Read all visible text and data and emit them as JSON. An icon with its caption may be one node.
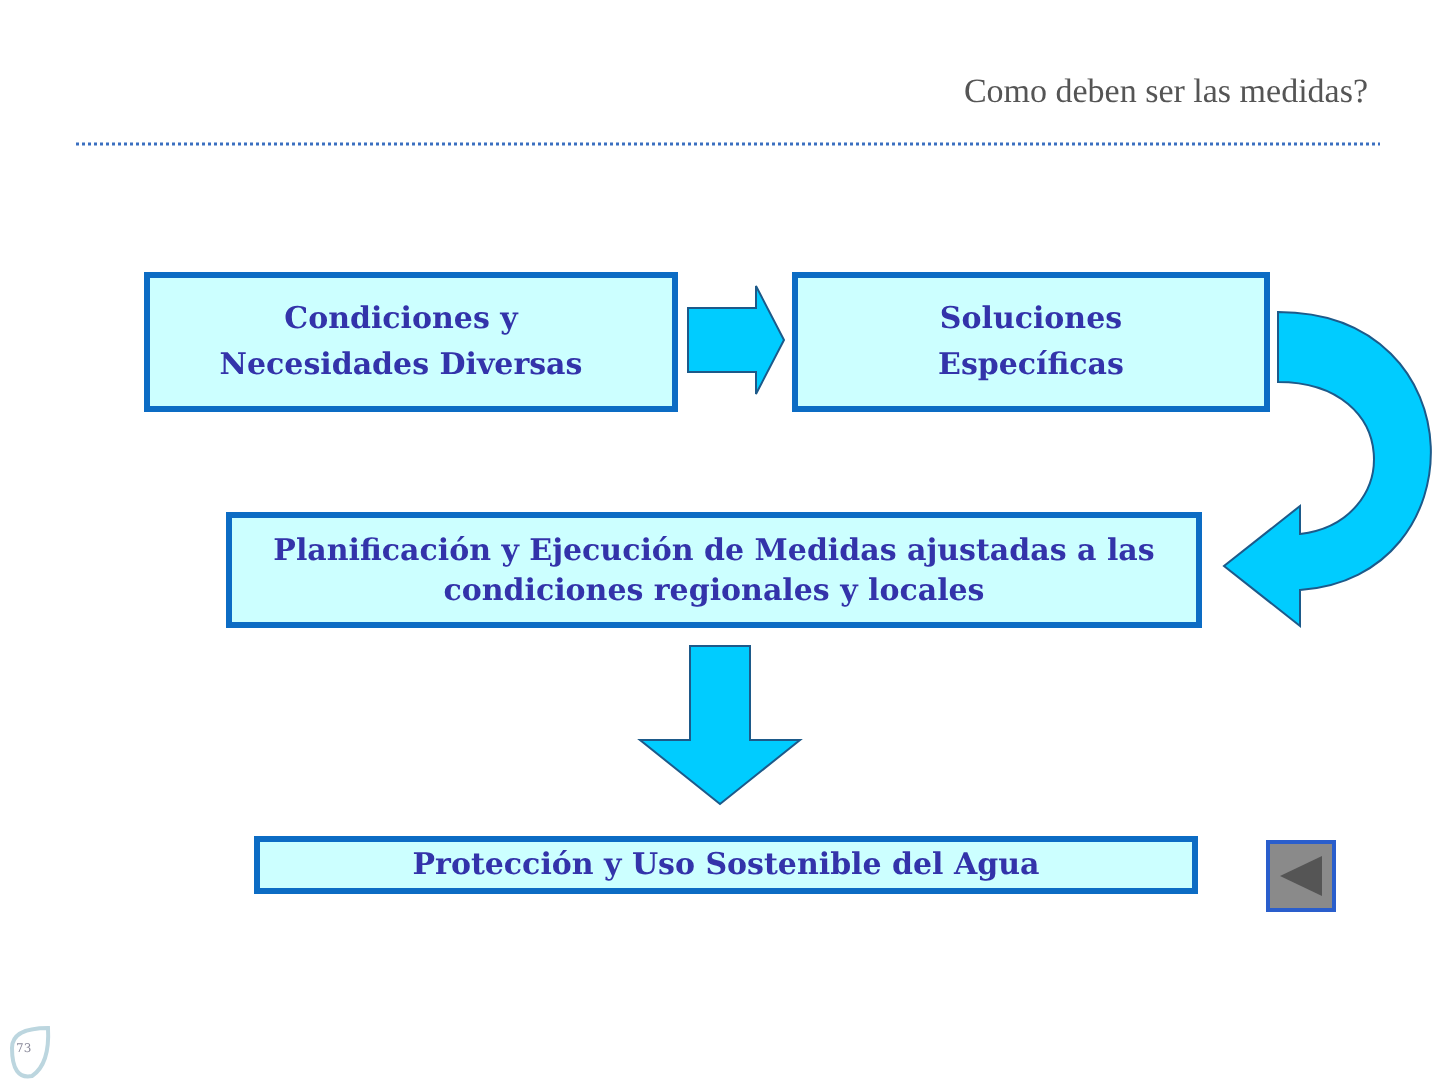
{
  "diagram": {
    "title": "Como deben ser las medidas?",
    "nodes": [
      {
        "text": [
          "Condiciones y Necesidades Diversas"
        ]
      },
      {
        "text": [
          "Soluciones Específicas"
        ]
      },
      {
        "text": [
          "Planificación y Ejecución de Medidas ajustadas a las condiciones regionales y locales"
        ]
      },
      {
        "text": [
          "Protección y Uso Sostenible del Agua"
        ]
      }
    ],
    "edges": [
      {
        "from": 0,
        "to": 1,
        "arrow": "to"
      },
      {
        "from": 1,
        "to": 2,
        "arrow": "to"
      },
      {
        "from": 2,
        "to": 3,
        "arrow": "to"
      }
    ],
    "labels": [
      "73"
    ]
  }
}
